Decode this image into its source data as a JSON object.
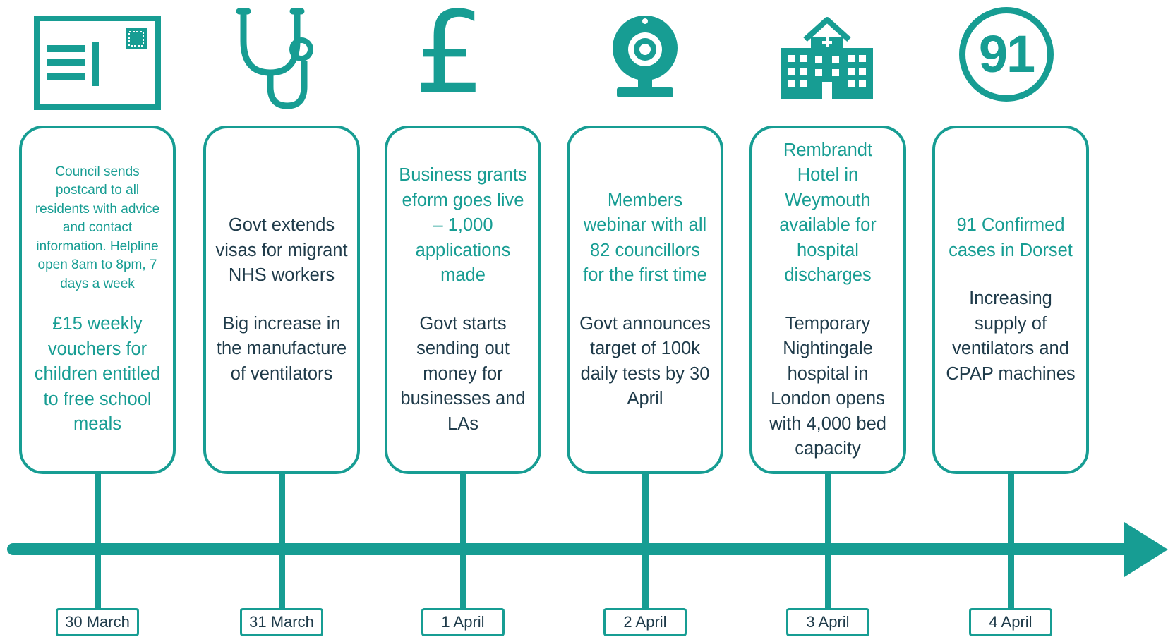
{
  "accent_color": "#179d93",
  "text_dark_color": "#1f3b4a",
  "icons": [
    "postcard-icon",
    "stethoscope-icon",
    "pound-sign-icon",
    "webcam-icon",
    "hospital-icon",
    "number-91-badge-icon"
  ],
  "icon_91_text": "91",
  "events": [
    {
      "date": "30 March",
      "icon": "postcard-icon",
      "primary": "Council sends postcard to all residents with advice and contact information. Helpline open 8am to 8pm, 7 days a week",
      "secondary": "£15 weekly vouchers for children entitled to free school meals"
    },
    {
      "date": "31 March",
      "icon": "stethoscope-icon",
      "primary": "Govt extends visas for migrant NHS workers",
      "secondary": "Big increase in the manufacture of ventilators"
    },
    {
      "date": "1 April",
      "icon": "pound-sign-icon",
      "primary": "Business grants eform goes live – 1,000 applications made",
      "secondary": "Govt starts sending out money for businesses and LAs"
    },
    {
      "date": "2 April",
      "icon": "webcam-icon",
      "primary": "Members webinar with all 82 councillors for the first time",
      "secondary": "Govt announces target of 100k daily tests by 30 April"
    },
    {
      "date": "3 April",
      "icon": "hospital-icon",
      "primary": "Rembrandt Hotel in Weymouth available for hospital discharges",
      "secondary": "Temporary Nightingale hospital in London opens with 4,000 bed capacity"
    },
    {
      "date": "4 April",
      "icon": "number-91-badge-icon",
      "primary": "91 Confirmed cases in Dorset",
      "secondary": "Increasing supply of ventilators and CPAP machines"
    }
  ]
}
